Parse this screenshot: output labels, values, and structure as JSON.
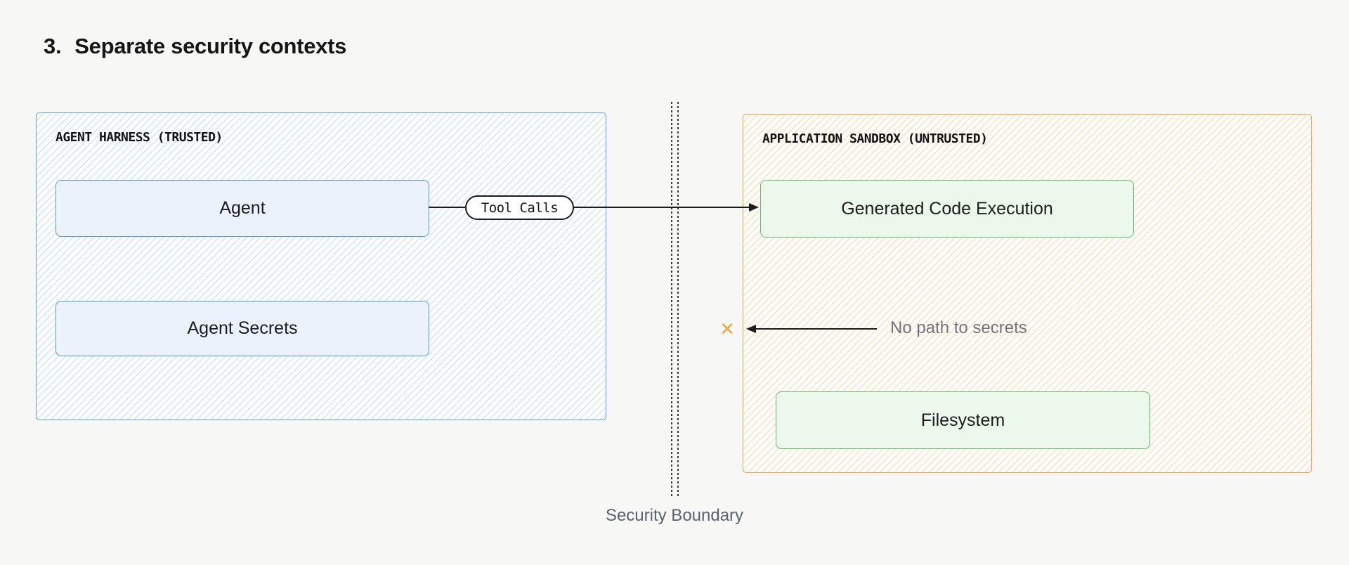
{
  "title": {
    "number": "3.",
    "text": "Separate security contexts"
  },
  "palette": {
    "background": "#f7f7f6",
    "ink": "#1c1c1c",
    "boundary_line": "#3a3a3a",
    "muted_text": "#70757c"
  },
  "zones": {
    "trusted": {
      "header": "AGENT HARNESS (TRUSTED)",
      "colors": {
        "accent": "#57a3e8",
        "hatch": "#d4e4f6",
        "node_fill": "#ebf2fb",
        "node_border": "#4f9ce8"
      },
      "nodes": [
        {
          "label": "Agent"
        },
        {
          "label": "Agent Secrets"
        }
      ]
    },
    "untrusted": {
      "header": "APPLICATION SANDBOX (UNTRUSTED)",
      "colors": {
        "accent": "#efa440",
        "hatch": "#f6e1c7",
        "node_fill": "#edf8ed",
        "node_border": "#5cc466"
      },
      "nodes": [
        {
          "label": "Generated Code Execution"
        },
        {
          "label": "Filesystem"
        }
      ]
    }
  },
  "boundary": {
    "label": "Security Boundary"
  },
  "connectors": {
    "tool_calls": {
      "label": "Tool Calls"
    },
    "no_path": {
      "label": "No path to secrets",
      "blocked_mark": "×"
    }
  }
}
